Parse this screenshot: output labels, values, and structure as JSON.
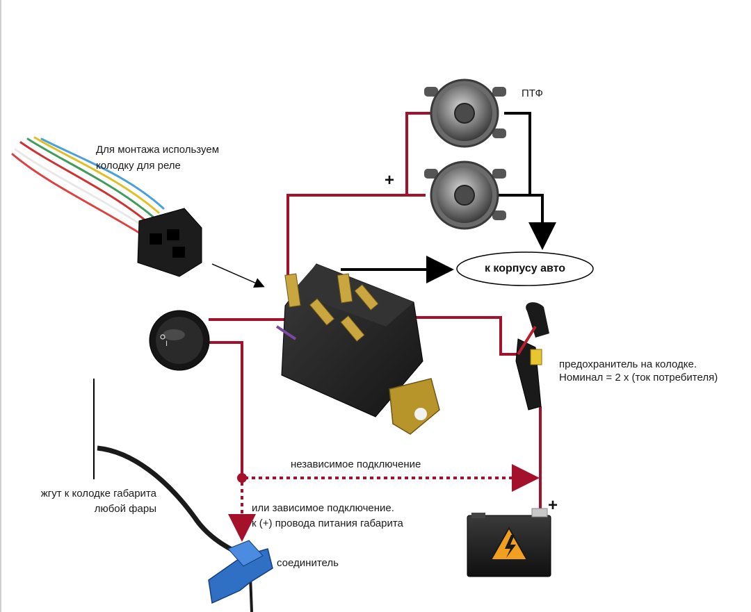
{
  "labels": {
    "ptf": "ПТФ",
    "mount_line1": "Для монтажа используем",
    "mount_line2": "колодку для реле",
    "plus_top": "+",
    "ground": "к корпусу авто",
    "fuse_line1": "предохранитель на колодке.",
    "fuse_line2": "Номинал = 2 х (ток потребителя)",
    "independent": "независимое подключение",
    "dependent_line1": "или зависимое подключение.",
    "dependent_line2": "к (+) провода питания габарита",
    "harness_line1": "жгут к колодке габарита",
    "harness_line2": "любой фары",
    "connector": "соединитель",
    "plus_battery": "+"
  },
  "colors": {
    "wire_positive": "#a3112a",
    "wire_ground": "#000000",
    "relay_body": "#2b2b2b",
    "relay_terminal": "#b8952a",
    "connector_blue": "#2f6fc4",
    "battery_body": "#1e1e1e",
    "warning_sign": "#f0a01e"
  },
  "icons": [
    "fog-lamp-icon",
    "relay-socket-icon",
    "relay-icon",
    "switch-icon",
    "fuse-holder-icon",
    "battery-icon",
    "splice-connector-icon"
  ]
}
